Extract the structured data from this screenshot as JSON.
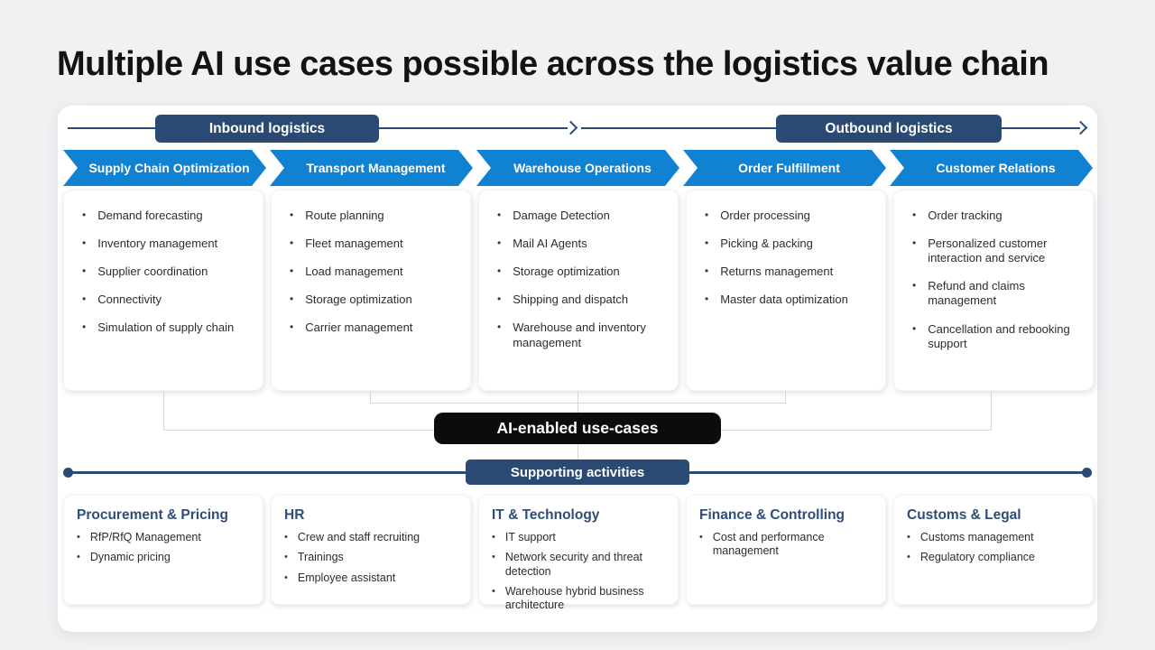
{
  "title": "Multiple AI use cases possible across the logistics value chain",
  "flow": {
    "inbound_label": "Inbound logistics",
    "outbound_label": "Outbound logistics"
  },
  "value_chain": {
    "stages": [
      {
        "label": "Supply Chain Optimization",
        "items": [
          "Demand forecasting",
          "Inventory management",
          "Supplier coordination",
          "Connectivity",
          "Simulation of supply chain"
        ]
      },
      {
        "label": "Transport Management",
        "items": [
          "Route planning",
          "Fleet management",
          "Load management",
          "Storage optimization",
          "Carrier management"
        ]
      },
      {
        "label": "Warehouse Operations",
        "items": [
          "Damage Detection",
          "Mail AI Agents",
          "Storage optimization",
          "Shipping and dispatch",
          "Warehouse and inventory management"
        ]
      },
      {
        "label": "Order Fulfillment",
        "items": [
          "Order processing",
          "Picking & packing",
          "Returns management",
          "Master data optimization"
        ]
      },
      {
        "label": "Customer Relations",
        "items": [
          "Order tracking",
          "Personalized customer interaction and service",
          "Refund and claims management",
          "Cancellation and rebooking support"
        ]
      }
    ]
  },
  "ai_pill_label": "AI-enabled use-cases",
  "supporting": {
    "label": "Supporting activities",
    "groups": [
      {
        "title": "Procurement & Pricing",
        "items": [
          "RfP/RfQ Management",
          "Dynamic pricing"
        ]
      },
      {
        "title": "HR",
        "items": [
          "Crew and staff recruiting",
          "Trainings",
          "Employee assistant"
        ]
      },
      {
        "title": "IT & Technology",
        "items": [
          "IT support",
          "Network security and threat detection",
          "Warehouse hybrid business architecture"
        ]
      },
      {
        "title": "Finance & Controlling",
        "items": [
          "Cost and performance management"
        ]
      },
      {
        "title": "Customs & Legal",
        "items": [
          "Customs management",
          "Regulatory compliance"
        ]
      }
    ]
  },
  "colors": {
    "navy": "#2b4a73",
    "chevron_blue": "#1182d2",
    "pill_black": "#0c0c0c",
    "heading_navy": "#2e4d78",
    "connector_gray": "#d8d8d8"
  }
}
